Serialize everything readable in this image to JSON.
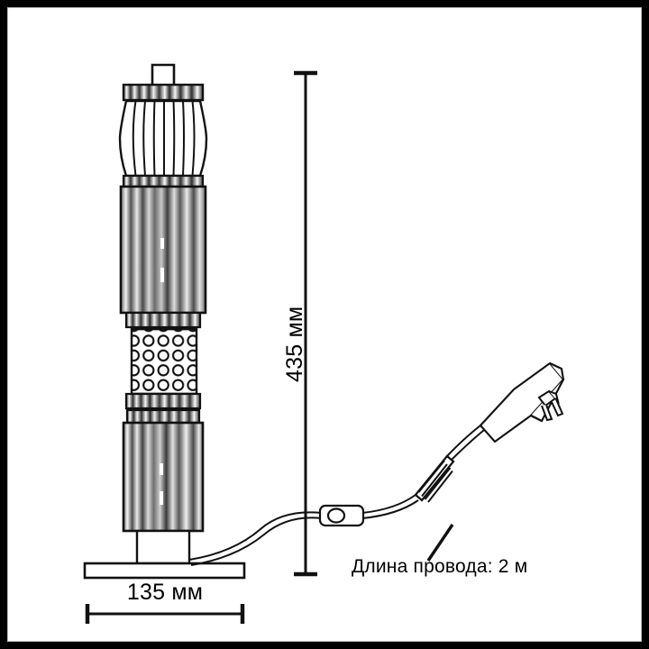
{
  "drawing": {
    "type": "product-dimension-drawing",
    "subject": "floor lamp with fluted glass column and power adapter",
    "background_color": "#ffffff",
    "frame_color": "#000000",
    "inner_border_color": "#b8b8b8",
    "line_color": "#1a1a1a",
    "text_color": "#000000"
  },
  "dimensions": {
    "height": {
      "label": "435 мм",
      "value": 435,
      "unit": "мм",
      "orientation": "vertical",
      "line_style": "T-cap both ends"
    },
    "width": {
      "label": "135 мм",
      "value": 135,
      "unit": "мм",
      "orientation": "horizontal",
      "line_style": "tick-cap both ends"
    }
  },
  "annotations": {
    "cord": {
      "label": "Длина провода: 2 м",
      "value": 2,
      "unit": "м",
      "leader": "diagonal line pointing up-right to cord"
    }
  },
  "parts": {
    "handle": "top-loop-handle",
    "cap_band": "ribbed-cap-band",
    "upper_column": "fluted-glass-cylinder",
    "mid_band": "bubble-texture-band",
    "lower_column": "fluted-glass-cylinder",
    "neck": "stem-neck",
    "base": "flat-rectangular-base-plate",
    "cord": "double-line-curved-cord",
    "switch": "inline-rocker-switch",
    "connector": "ribbed-strain-relief-sleeve",
    "adapter": "power-adapter-brick-with-two-prongs"
  }
}
